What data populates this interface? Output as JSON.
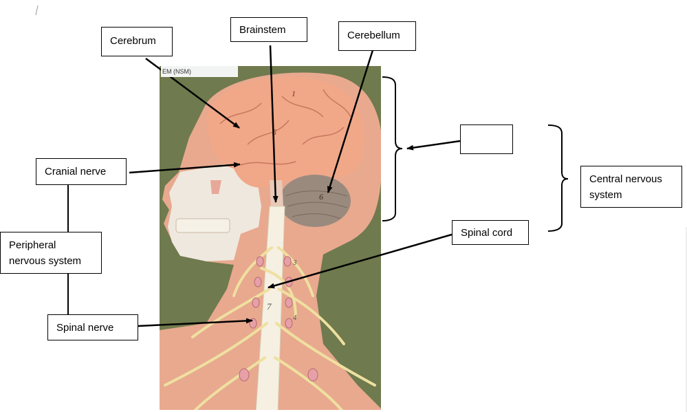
{
  "labels": {
    "cerebrum": "Cerebrum",
    "brainstem": "Brainstem",
    "cerebellum": "Cerebellum",
    "cranial_nerve": "Cranial nerve",
    "peripheral_nervous_system": "Peripheral\nnervous system",
    "spinal_nerve": "Spinal nerve",
    "spinal_cord": "Spinal cord",
    "central_nervous_system": "Central nervous\nsystem",
    "blank": ""
  },
  "photo": {
    "tag_text": "EM (NSM)",
    "model_numbers": [
      "1",
      "5",
      "6",
      "7",
      "3",
      "4"
    ]
  },
  "colors": {
    "background_board": "#6f7a4e",
    "skin": "#e8a98f",
    "brain": "#f0a889",
    "cerebellum": "#9a8a7e",
    "nerves": "#efe0a0",
    "bone": "#efe8de",
    "lines": "#000000"
  }
}
